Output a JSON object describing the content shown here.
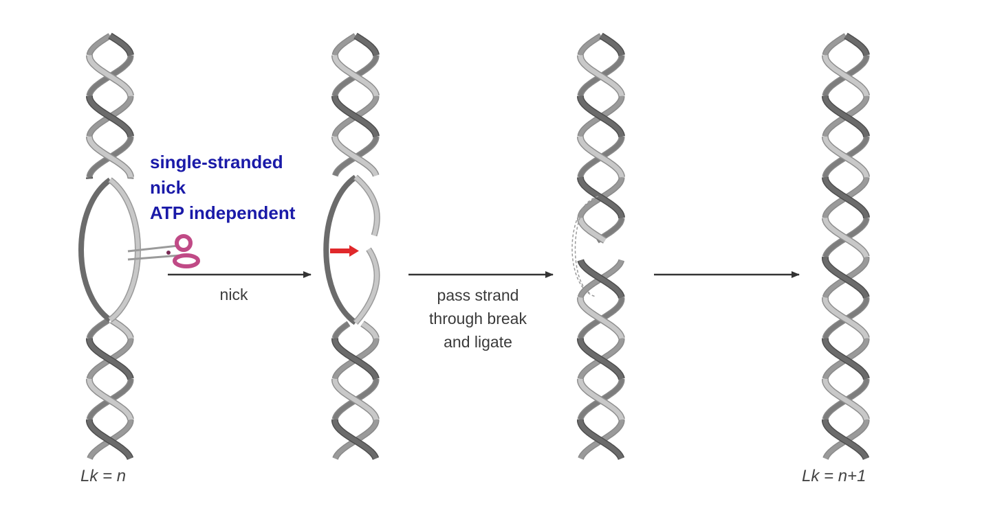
{
  "annotation": {
    "lines": [
      "single-stranded",
      "nick",
      "ATP independent"
    ],
    "color": "#1a1aa8"
  },
  "steps": [
    {
      "label": "nick"
    },
    {
      "label_lines": [
        "pass strand",
        "through break",
        "and ligate"
      ]
    },
    {
      "label": ""
    }
  ],
  "linking_numbers": {
    "start": "Lk = n",
    "end": "Lk = n+1"
  },
  "colors": {
    "strand_dark": "#6b6b6b",
    "strand_light": "#c8c8c8",
    "strand_outline": "#8a8a8a",
    "scissors": "#c04a86",
    "nick_marker": "#e0282b",
    "arrow": "#333333"
  },
  "icons": [
    "scissors-icon",
    "nick-arrow-icon"
  ]
}
